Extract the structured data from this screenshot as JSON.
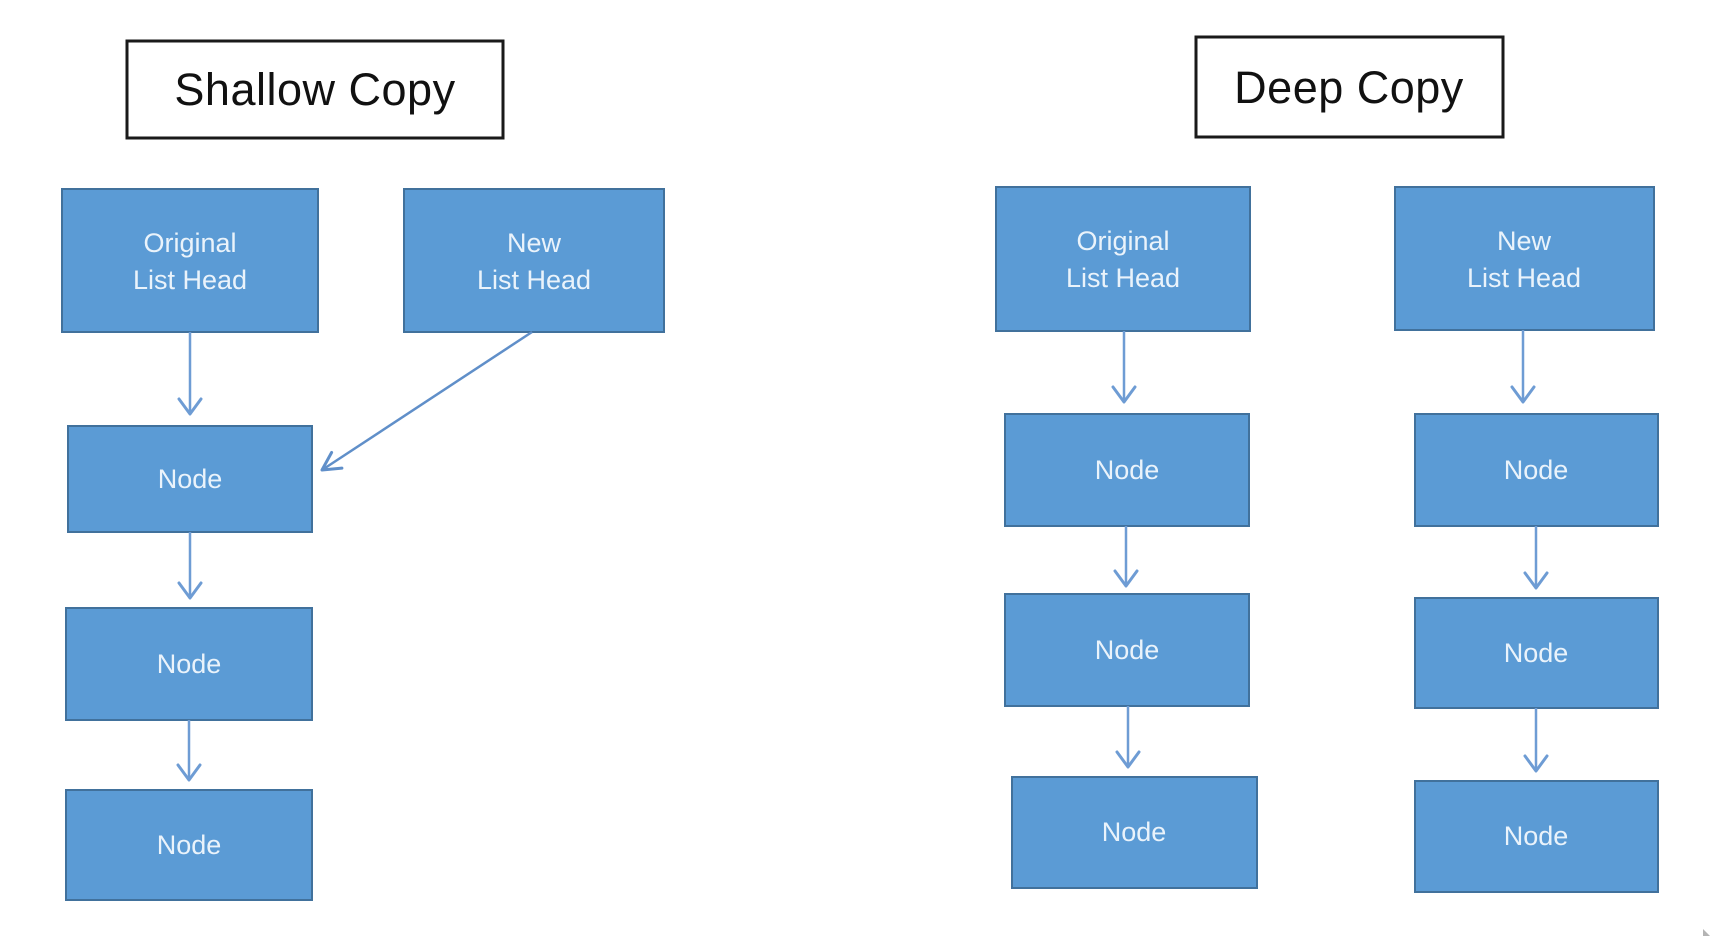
{
  "diagram": {
    "background": "#FFFFFF",
    "colors": {
      "box_fill": "#5B9BD5",
      "box_stroke": "#41719C",
      "title_stroke": "#1A1A1A",
      "title_text": "#111111",
      "box_text": "#EAF3FB",
      "arrow": "#6E9CD4",
      "diagonal_arrow": "#608FC9",
      "artifact": "#8C8C8C"
    },
    "shallow": {
      "title": "Shallow Copy",
      "original_head": {
        "line1": "Original",
        "line2": "List Head"
      },
      "new_head": {
        "line1": "New",
        "line2": "List Head"
      },
      "nodes": [
        "Node",
        "Node",
        "Node"
      ]
    },
    "deep": {
      "title": "Deep Copy",
      "original_head": {
        "line1": "Original",
        "line2": "List Head"
      },
      "new_head": {
        "line1": "New",
        "line2": "List Head"
      },
      "original_nodes": [
        "Node",
        "Node",
        "Node"
      ],
      "new_nodes": [
        "Node",
        "Node",
        "Node"
      ]
    }
  }
}
